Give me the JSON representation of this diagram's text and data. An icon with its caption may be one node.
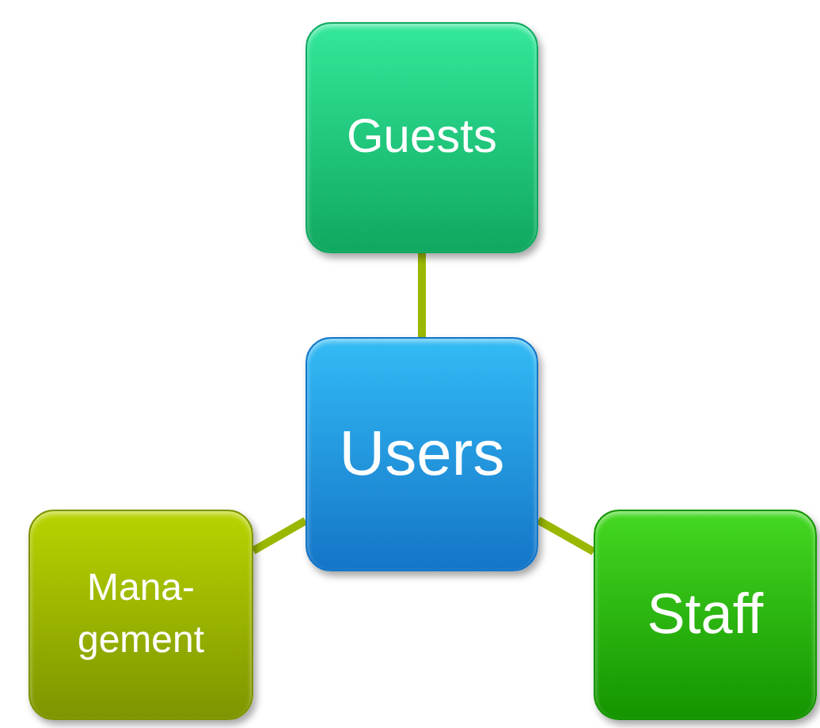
{
  "diagram": {
    "nodes": [
      {
        "text": [
          "Guests"
        ]
      },
      {
        "text": [
          "Users"
        ]
      },
      {
        "text": [
          "Mana- gement"
        ]
      },
      {
        "text": [
          "Staff"
        ]
      }
    ],
    "edges": [
      {
        "from": 1,
        "to": 0,
        "arrow": "none"
      },
      {
        "from": 1,
        "to": 2,
        "arrow": "none"
      },
      {
        "from": 1,
        "to": 3,
        "arrow": "none"
      }
    ]
  }
}
